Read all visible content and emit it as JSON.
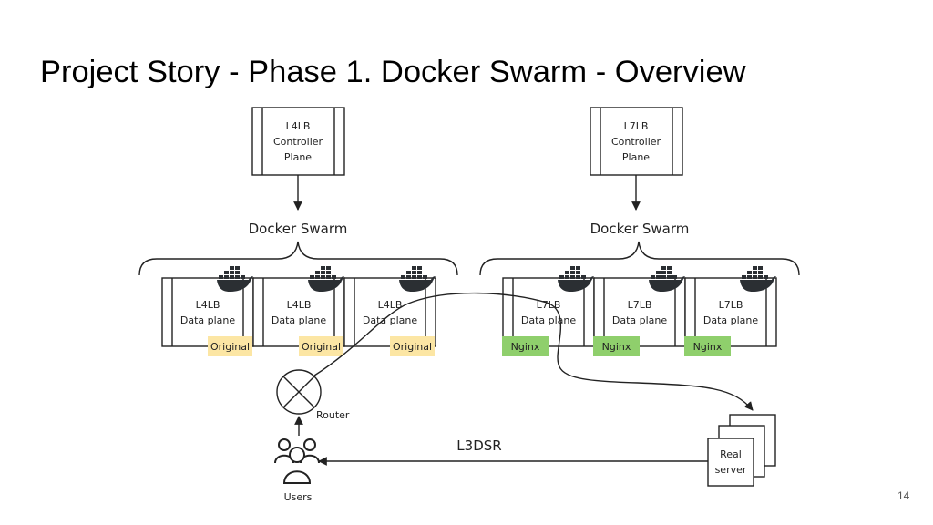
{
  "slide": {
    "title": "Project Story - Phase 1. Docker Swarm - Overview",
    "page_number": "14"
  },
  "controllers": [
    {
      "lines": [
        "L4LB",
        "Controller",
        "Plane"
      ]
    },
    {
      "lines": [
        "L7LB",
        "Controller",
        "Plane"
      ]
    }
  ],
  "swarm_labels": [
    "Docker Swarm",
    "Docker Swarm"
  ],
  "l4_nodes": [
    {
      "lines": [
        "L4LB",
        "Data plane"
      ],
      "tag": "Original"
    },
    {
      "lines": [
        "L4LB",
        "Data plane"
      ],
      "tag": "Original"
    },
    {
      "lines": [
        "L4LB",
        "Data plane"
      ],
      "tag": "Original"
    }
  ],
  "l7_nodes": [
    {
      "lines": [
        "L7LB",
        "Data plane"
      ],
      "tag": "Nginx"
    },
    {
      "lines": [
        "L7LB",
        "Data plane"
      ],
      "tag": "Nginx"
    },
    {
      "lines": [
        "L7LB",
        "Data plane"
      ],
      "tag": "Nginx"
    }
  ],
  "router_label": "Router",
  "users_label": "Users",
  "real_server_lines": [
    "Real",
    "server"
  ],
  "l3dsr_label": "L3DSR",
  "colors": {
    "original_tag": "#fce6a4",
    "nginx_tag": "#8fcf6c",
    "docker_icon": "#2b2f33"
  },
  "icons": [
    "docker-whale-icon",
    "router-icon",
    "users-icon"
  ]
}
